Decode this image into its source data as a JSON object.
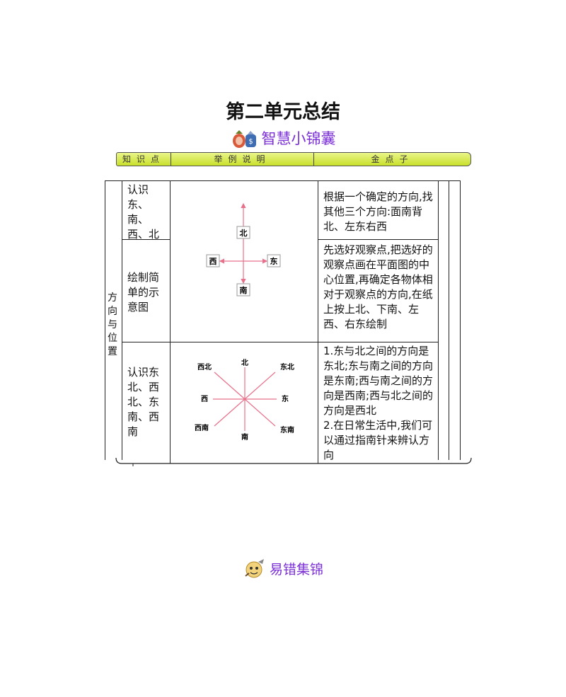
{
  "title": "第二单元总结",
  "subtitle": "智慧小锦囊",
  "header": {
    "col1": "知识点",
    "col2": "举例说明",
    "col3": "金点子"
  },
  "table": {
    "category": "方向与位置",
    "rows": [
      {
        "topic": "认识东、南、西、北",
        "tip": "根据一个确定的方向,找其他三个方向:面南背北、左东右西"
      },
      {
        "topic": "绘制简单的示意图",
        "tip": "先选好观察点,把选好的观察点画在平面图的中心位置,再确定各物体相对于观察点的方向,在纸上按上北、下南、左西、右东绘制"
      },
      {
        "topic": "认识东北、西北、东南、西南",
        "tip": "1.东与北之间的方向是东北;东与南之间的方向是东南;西与南之间的方向是西南;西与北之间的方向是西北\n2.在日常生活中,我们可以通过指南针来辨认方向"
      }
    ]
  },
  "diagram1": {
    "north": "北",
    "south": "南",
    "east": "东",
    "west": "西"
  },
  "diagram2": {
    "north": "北",
    "south": "南",
    "east": "东",
    "west": "西",
    "northeast": "东北",
    "northwest": "西北",
    "southeast": "东南",
    "southwest": "西南"
  },
  "errors_title": "易错集锦",
  "colors": {
    "accent_purple": "#7b2fd6",
    "header_green": "#c9e02a",
    "arrow_pink": "#e8708a"
  }
}
